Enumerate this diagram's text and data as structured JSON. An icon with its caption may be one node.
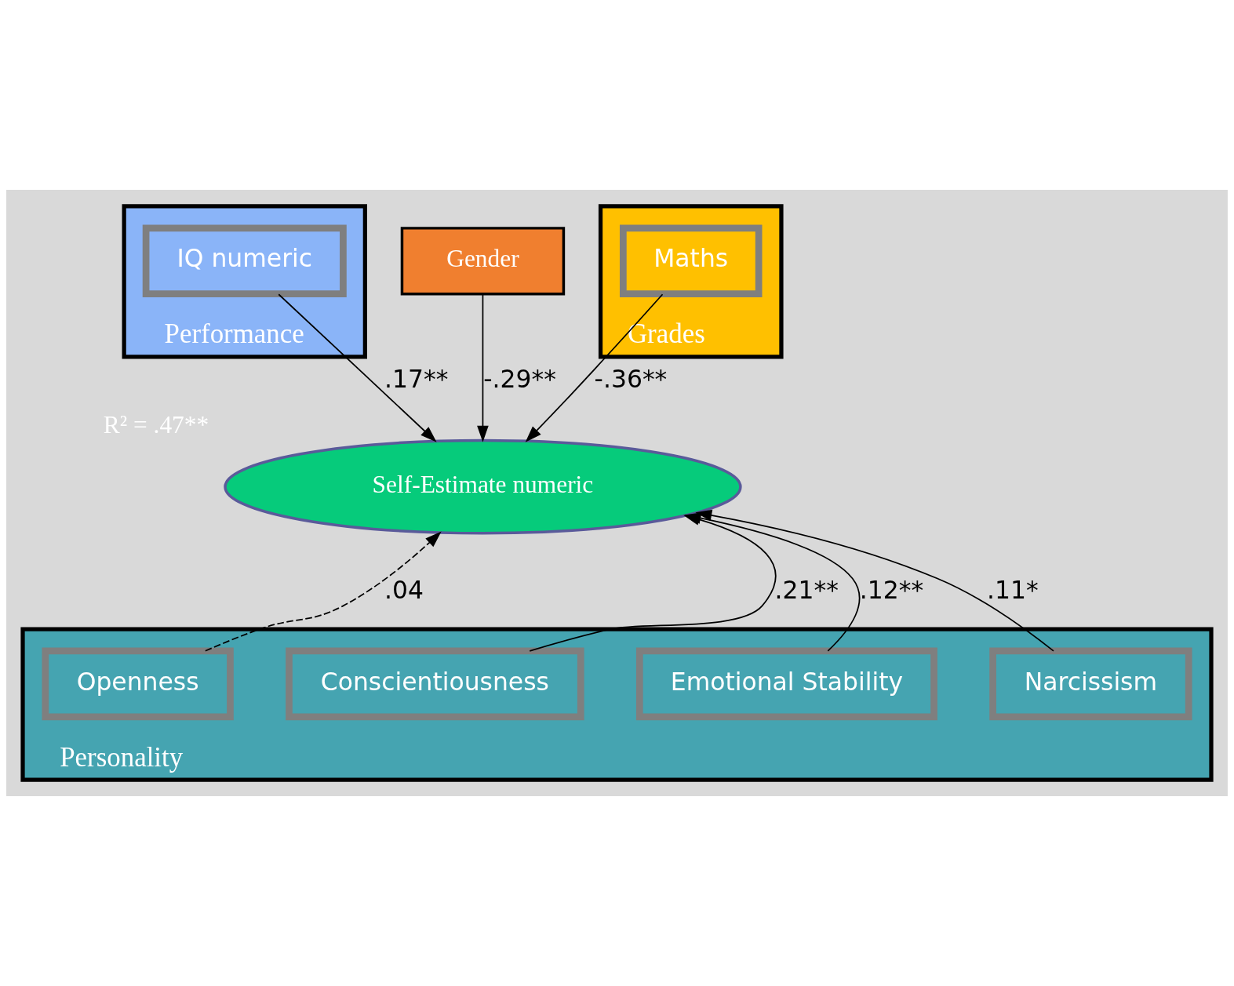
{
  "diagram": {
    "nodes": [
      {
        "text": [
          "Performance"
        ]
      },
      {
        "text": [
          "IQ numeric"
        ],
        "in": 0
      },
      {
        "text": [
          "Gender"
        ]
      },
      {
        "text": [
          "Grades"
        ]
      },
      {
        "text": [
          "Maths"
        ],
        "in": 3
      },
      {
        "text": [
          "Self-Estimate numeric"
        ],
        "beside": [
          "R² = .47**"
        ]
      },
      {
        "text": [
          "Personality"
        ]
      },
      {
        "text": [
          "Openness"
        ],
        "in": 6
      },
      {
        "text": [
          "Conscientiousness"
        ],
        "in": 6
      },
      {
        "text": [
          "Emotional Stability"
        ],
        "in": 6
      },
      {
        "text": [
          "Narcissism"
        ],
        "in": 6
      }
    ],
    "edges": [
      {
        "from": 1,
        "to": 5,
        "arrow": "to",
        "label": ".17**"
      },
      {
        "from": 2,
        "to": 5,
        "arrow": "to",
        "label": "-.29**"
      },
      {
        "from": 4,
        "to": 5,
        "arrow": "to",
        "label": "-.36**"
      },
      {
        "from": 7,
        "to": 5,
        "arrow": "to",
        "label": ".04",
        "style": "dashed"
      },
      {
        "from": 8,
        "to": 5,
        "arrow": "to",
        "label": ".21**"
      },
      {
        "from": 9,
        "to": 5,
        "arrow": "to",
        "label": ".12**"
      },
      {
        "from": 10,
        "to": 5,
        "arrow": "to",
        "label": ".11*"
      }
    ]
  }
}
